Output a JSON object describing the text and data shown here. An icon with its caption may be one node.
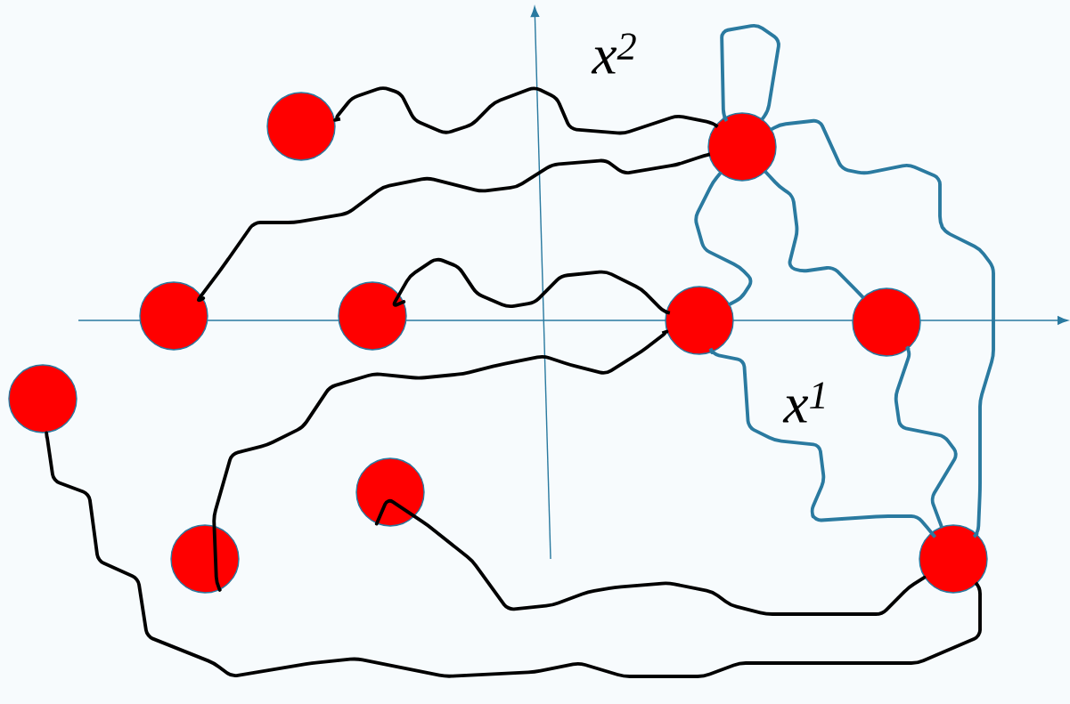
{
  "diagram": {
    "nodes": [
      {
        "text": [],
        "shape": "circle"
      },
      {
        "text": [],
        "shape": "circle"
      },
      {
        "text": [],
        "shape": "circle"
      },
      {
        "text": [],
        "shape": "circle"
      },
      {
        "text": [],
        "shape": "circle"
      },
      {
        "text": [],
        "shape": "circle"
      },
      {
        "text": [],
        "shape": "circle"
      },
      {
        "text": [],
        "shape": "circle"
      },
      {
        "text": [],
        "shape": "circle"
      },
      {
        "text": [],
        "shape": "circle"
      }
    ],
    "edges": [
      {
        "from": 0,
        "to": 1,
        "arrow": "none"
      },
      {
        "from": 2,
        "to": 1,
        "arrow": "none"
      },
      {
        "from": 3,
        "to": 4,
        "arrow": "none"
      },
      {
        "from": 8,
        "to": 4,
        "arrow": "none"
      },
      {
        "from": 7,
        "to": 9,
        "arrow": "none"
      },
      {
        "from": 6,
        "to": 9,
        "arrow": "none"
      },
      {
        "from": 1,
        "to": 1,
        "arrow": "none",
        "color": "#2a7aa0"
      },
      {
        "from": 1,
        "to": 9,
        "arrow": "none",
        "color": "#2a7aa0"
      },
      {
        "from": 1,
        "to": 5,
        "arrow": "none",
        "color": "#2a7aa0"
      },
      {
        "from": 1,
        "to": 4,
        "arrow": "none",
        "color": "#2a7aa0"
      },
      {
        "from": 4,
        "to": 9,
        "arrow": "none",
        "color": "#2a7aa0"
      },
      {
        "from": 5,
        "to": 9,
        "arrow": "none",
        "color": "#2a7aa0"
      }
    ],
    "labels": [
      "x$^{2}$",
      "x$^{1}$"
    ]
  }
}
